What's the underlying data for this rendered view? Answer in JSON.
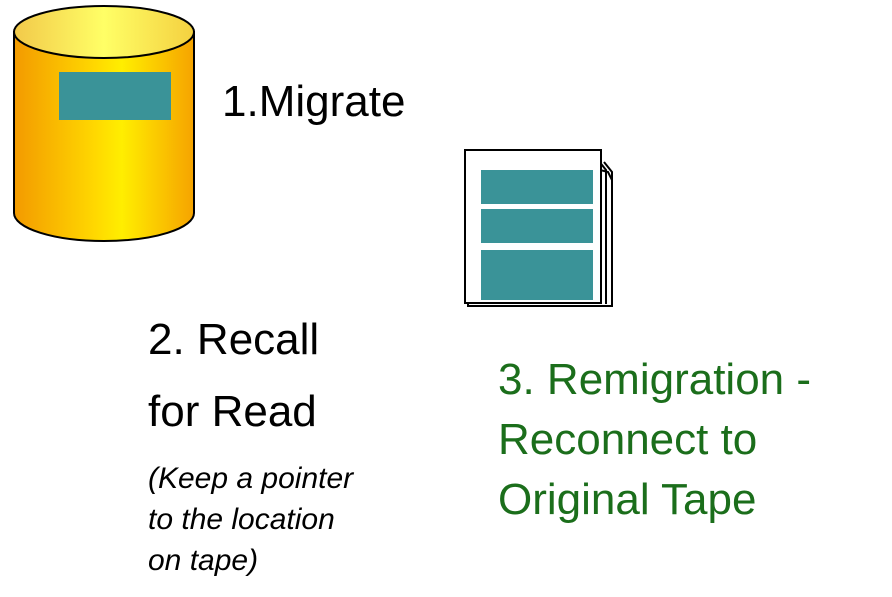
{
  "steps": {
    "migrate": "1.Migrate",
    "recall_line1": "2. Recall",
    "recall_line2": "for Read",
    "recall_note": "(Keep a pointer\nto the location\non tape)",
    "remigration": "3. Remigration -\nReconnect to\nOriginal Tape"
  },
  "colors": {
    "disk_fill_top": "#ffff00",
    "disk_fill_side": "#f7a800",
    "block_fill": "#3a9398",
    "remigration_text": "#1b6e1b"
  },
  "icons": {
    "disk": "disk-cylinder-icon",
    "tape": "tape-document-icon"
  }
}
